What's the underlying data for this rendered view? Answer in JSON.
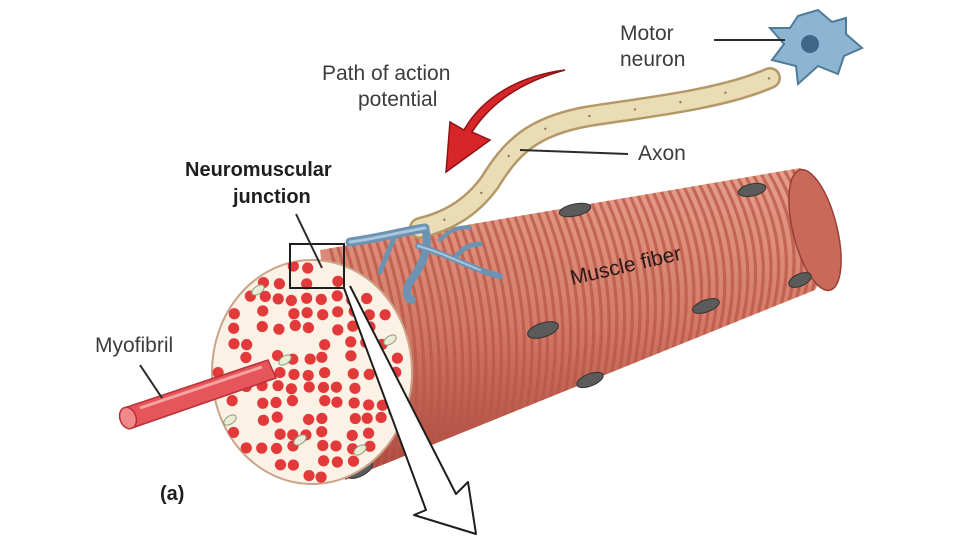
{
  "labels": {
    "motor_neuron_line1": "Motor",
    "motor_neuron_line2": "neuron",
    "path_line1": "Path of action",
    "path_line2": "potential",
    "nmj_line1": "Neuromuscular",
    "nmj_line2": "junction",
    "axon": "Axon",
    "muscle_fiber": "Muscle fiber",
    "myofibril": "Myofibril",
    "panel": "(a)"
  },
  "colors": {
    "fiber_base": "#d9826a",
    "fiber_stripe": "#b8574a",
    "fiber_shadow": "#9b3f36",
    "cross_section": "#fbf1e4",
    "myofibril_red": "#e23a3a",
    "nerve_blue": "#7fa6c4",
    "neuron_blue": "#8db5d2",
    "axon_tan": "#eadcb4",
    "arrow_red": "#d8252a",
    "nucleus": "#5b5b5b"
  }
}
